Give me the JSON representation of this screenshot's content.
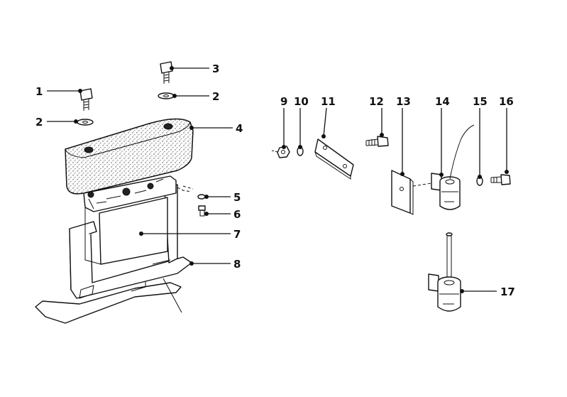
{
  "callouts": {
    "c1": "1",
    "c2a": "2",
    "c3": "3",
    "c2b": "2",
    "c4": "4",
    "c5": "5",
    "c6": "6",
    "c7": "7",
    "c8": "8",
    "c9": "9",
    "c10": "10",
    "c11": "11",
    "c12": "12",
    "c13": "13",
    "c14": "14",
    "c15": "15",
    "c16": "16",
    "c17": "17"
  }
}
